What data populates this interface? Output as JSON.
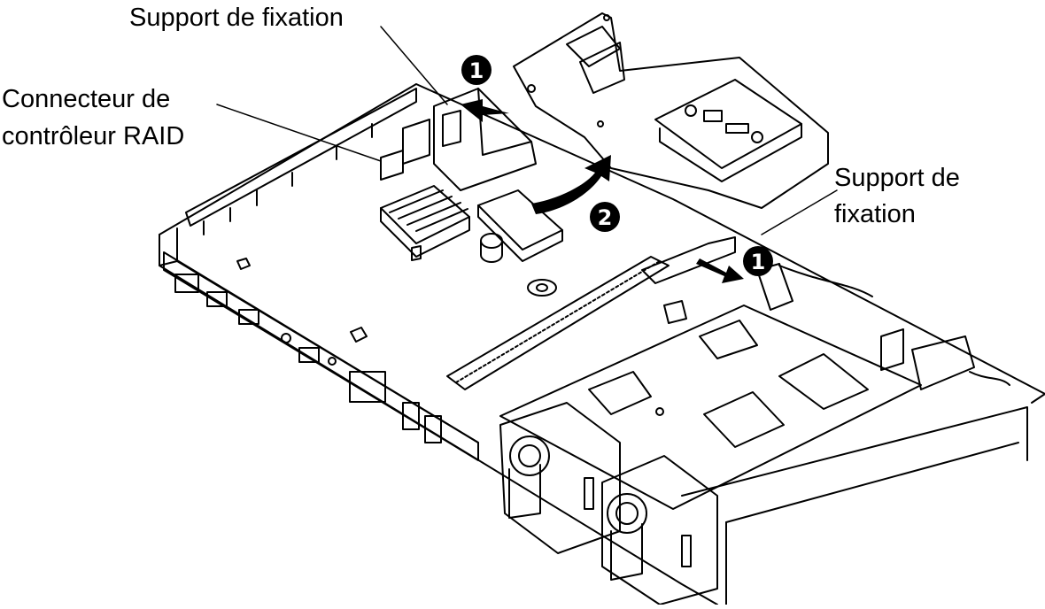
{
  "labels": {
    "bracket_top": "Support de fixation",
    "raid_line1": "Connecteur de",
    "raid_line2": "contrôleur RAID",
    "bracket_right_line1": "Support de",
    "bracket_right_line2": "fixation"
  },
  "callouts": {
    "step1": "1",
    "step2": "2"
  },
  "colors": {
    "line": "#000000",
    "fill": "#ffffff",
    "callout_bg": "#000000",
    "callout_text": "#ffffff"
  }
}
